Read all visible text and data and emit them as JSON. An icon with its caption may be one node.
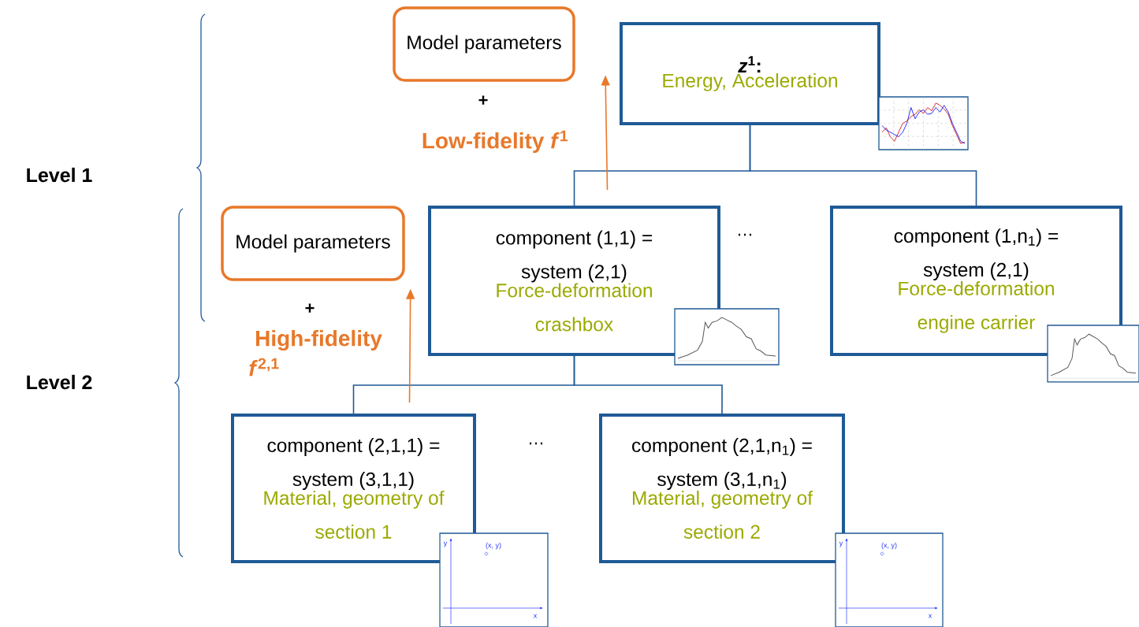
{
  "diagram": {
    "nodes": [
      {
        "text": [
          "Model parameters"
        ]
      },
      {
        "text": [
          "*z*$^{1}$:",
          "Energy, Acceleration"
        ]
      },
      {
        "text": [
          "component (1,1) = system (2,1)",
          "Force-deformation crashbox"
        ]
      },
      {
        "text": [
          "component (1,n$_{1}$) = system (2,1)",
          "Force-deformation engine carrier"
        ]
      },
      {
        "text": [
          "Model parameters"
        ]
      },
      {
        "text": [
          "component (2,1,1) = system (3,1,1)",
          "Material, geometry of section 1"
        ]
      },
      {
        "text": [
          "component (2,1,n$_{1}$) = system (3,1,n$_{1}$)",
          "Material, geometry of section 2"
        ]
      }
    ],
    "edges": [
      {
        "from": 1,
        "to": 2,
        "arrow": "none"
      },
      {
        "from": 1,
        "to": 3,
        "arrow": "none"
      },
      {
        "from": 2,
        "to": 5,
        "arrow": "none"
      },
      {
        "from": 2,
        "to": 6,
        "arrow": "none"
      },
      {
        "from": 2,
        "to": 1,
        "arrow": "to",
        "color": "#e8782a"
      },
      {
        "from": 5,
        "to": 4,
        "arrow": "to",
        "color": "#e8782a"
      }
    ],
    "labels": [
      "+",
      "Low-fidelity *f*$^{1}$",
      "Level 1",
      "…",
      "+",
      "High-fidelity",
      "*f*$^{2,1}$",
      "Level 2",
      "…",
      "y",
      "(x, y)",
      "x",
      "y",
      "(x, y)",
      "x"
    ]
  }
}
